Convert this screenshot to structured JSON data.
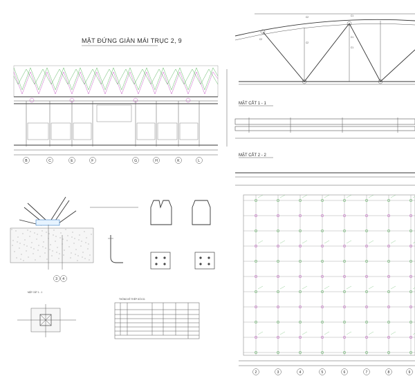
{
  "titles": {
    "elevation": "MẶT ĐỨNG GIÀN MÁI TRỤC 2, 9",
    "section11": "MẶT CẮT 1 - 1",
    "section22": "MẶT CẮT 2 - 2",
    "small_section": "MẶT CẮT 1 - 1",
    "table": "THỐNG KÊ THÉP GỐI G1"
  },
  "axes_bottom": [
    "B",
    "C",
    "E",
    "F",
    "G",
    "H",
    "K",
    "L"
  ],
  "grid_bottom": [
    "2",
    "3",
    "4",
    "5",
    "6",
    "7",
    "8",
    "9"
  ],
  "truss_labels": [
    "C2",
    "C1",
    "C2",
    "C1",
    "C1",
    "C2"
  ],
  "detail_markers": [
    "3",
    "4"
  ],
  "colors": {
    "green": "#4caf50",
    "magenta": "#c04cc0",
    "red": "#d04040",
    "line": "#555555"
  }
}
